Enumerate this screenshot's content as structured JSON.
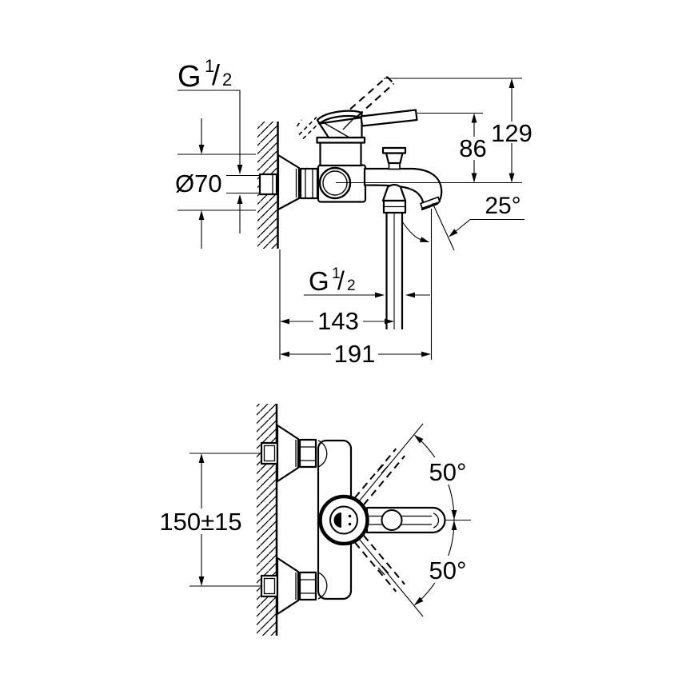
{
  "drawing": {
    "background": "#ffffff",
    "stroke_color": "#000000",
    "side_view": {
      "wall_thread_label": {
        "letter": "G",
        "numerator": "1",
        "fraction_slash": "/",
        "denominator": "2"
      },
      "escutcheon_diameter": "Ø70",
      "height_to_lever": "86",
      "height_to_lever_raised": "129",
      "spout_outlet_angle": "25°",
      "hose_thread_label": {
        "letter": "G",
        "numerator": "1",
        "fraction_slash": "/",
        "denominator": "2"
      },
      "wall_to_hose_outlet": "143",
      "wall_to_spout_outlet": "191"
    },
    "plan_view": {
      "inlet_center_distance": "150±15",
      "lever_swing_upper": "50°",
      "lever_swing_lower": "50°"
    }
  }
}
